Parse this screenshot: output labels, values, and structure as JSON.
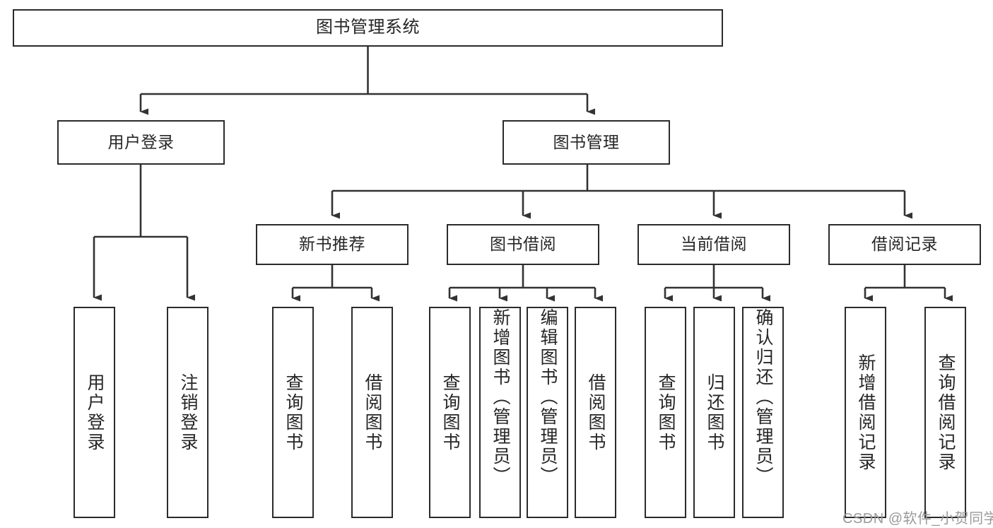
{
  "diagram": {
    "title": "图书管理系统",
    "type": "tree",
    "colors": {
      "box_border": "#2b2b2b",
      "box_fill": "#ffffff",
      "edge": "#333333",
      "text": "#262626",
      "watermark": "#9a9a9a",
      "background": "#ffffff"
    },
    "levels": {
      "root": {
        "label": "图书管理系统"
      },
      "level2": [
        {
          "label": "用户登录"
        },
        {
          "label": "图书管理"
        }
      ],
      "level3": [
        {
          "label": "新书推荐"
        },
        {
          "label": "图书借阅"
        },
        {
          "label": "当前借阅"
        },
        {
          "label": "借阅记录"
        }
      ],
      "leaves": {
        "user_login": [
          {
            "label": "用户登录"
          },
          {
            "label": "注销登录"
          }
        ],
        "new_book_recommend": [
          {
            "label": "查询图书"
          },
          {
            "label": "借阅图书"
          }
        ],
        "book_borrow": [
          {
            "label": "查询图书"
          },
          {
            "label": "新增图书（管理员）"
          },
          {
            "label": "编辑图书（管理员）"
          },
          {
            "label": "借阅图书"
          }
        ],
        "current_borrow": [
          {
            "label": "查询图书"
          },
          {
            "label": "归还图书"
          },
          {
            "label": "确认归还（管理员）"
          }
        ],
        "borrow_record": [
          {
            "label": "新增借阅记录"
          },
          {
            "label": "查询借阅记录"
          }
        ]
      }
    },
    "watermark": "CSDN @软件_小贺同学"
  }
}
